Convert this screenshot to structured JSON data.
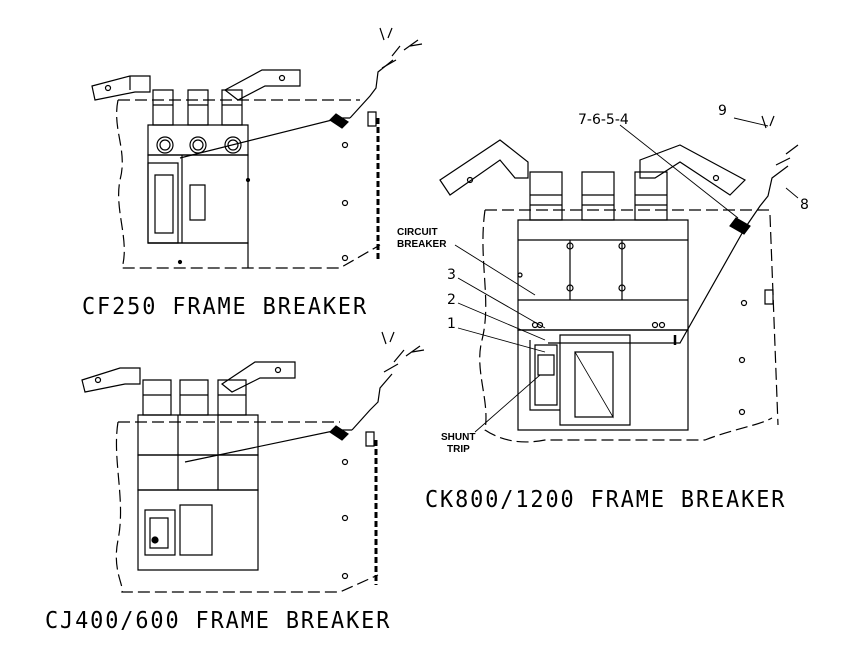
{
  "views": {
    "cf250": {
      "caption": "CF250 FRAME BREAKER"
    },
    "cj400": {
      "caption": "CJ400/600 FRAME BREAKER"
    },
    "ck800": {
      "caption": "CK800/1200 FRAME BREAKER"
    }
  },
  "callouts": {
    "parts_7654": "7-6-5-4",
    "part_9": "9",
    "part_8": "8",
    "part_3": "3",
    "part_2": "2",
    "part_1": "1",
    "circuit_breaker_line1": "CIRCUIT",
    "circuit_breaker_line2": "BREAKER",
    "shunt_trip_line1": "SHUNT",
    "shunt_trip_line2": "TRIP"
  }
}
